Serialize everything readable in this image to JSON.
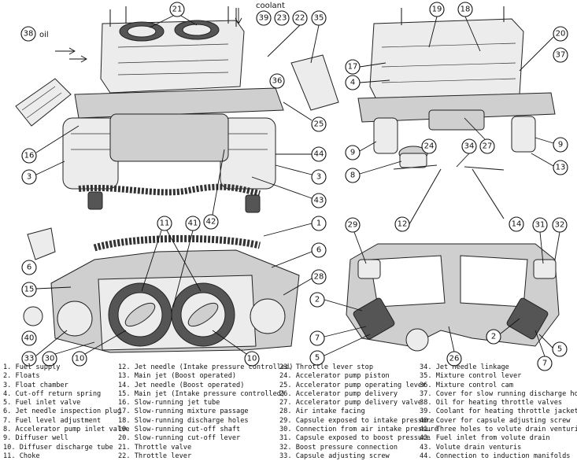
{
  "callouts": {
    "c21a": "21",
    "coolant": "coolant",
    "c39": "39",
    "c23": "23",
    "c22": "22",
    "c35": "35",
    "c38": "38",
    "oil": "oil",
    "c36": "36",
    "c25": "25",
    "c16": "16",
    "c44": "44",
    "c3a": "3",
    "c3b": "3",
    "c43": "43",
    "c42": "42",
    "c19": "19",
    "c18": "18",
    "c20": "20",
    "c37": "37",
    "c17": "17",
    "c4": "4",
    "c9a": "9",
    "c24": "24",
    "c34": "34",
    "c27": "27",
    "c9b": "9",
    "c8": "8",
    "c13": "13",
    "c12": "12",
    "c14": "14",
    "c11": "11",
    "c41": "41",
    "c1": "1",
    "c6a": "6",
    "c6b": "6",
    "c15": "15",
    "c28": "28",
    "c40": "40",
    "c33": "33",
    "c30": "30",
    "c10a": "10",
    "c10b": "10",
    "c29": "29",
    "c31": "31",
    "c32": "32",
    "c2a": "2",
    "c2b": "2",
    "c7a": "7",
    "c7b": "7",
    "c5a": "5",
    "c5b": "5",
    "c26": "26"
  },
  "legend": {
    "col1": [
      "1. Fuel supply",
      "2. Floats",
      "3. Float chamber",
      "4. Cut-off return spring",
      "5. Fuel inlet valve",
      "6. Jet needle inspection plug",
      "7. Fuel level adjustment",
      "8. Accelerator pump inlet valve",
      "9. Diffuser well",
      "10. Diffuser discharge tube",
      "11. Choke"
    ],
    "col2": [
      "12. Jet needle (Intake pressure controlled)",
      "13. Main jet (Boost operated)",
      "14. Jet needle (Boost operated)",
      "15. Main jet (Intake pressure controlled)",
      "16. Slow-running jet tube",
      "17. Slow-running mixture passage",
      "18. Slow-running discharge holes",
      "19. Slow-running cut-off shaft",
      "20. Slow-running cut-off lever",
      "21. Throttle valve",
      "22. Throttle lever"
    ],
    "col3": [
      "23. Throttle lever stop",
      "24. Accelerator pump piston",
      "25. Accelerator pump operating lever",
      "26. Accelerator pump delivery",
      "27. Accelerator pump delivery valve",
      "28. Air intake facing",
      "29. Capsule exposed to intake pressure",
      "30. Connection from air intake pressure",
      "31. Capsule exposed to boost pressure",
      "32. Boost pressure connection",
      "33. Capsule adjusting screw"
    ],
    "col4": [
      "34. Jet needle linkage",
      "35. Mixture control lever",
      "36. Mixture control cam",
      "37. Cover for slow running discharge holes",
      "38. Oil for heating throttle valves",
      "39. Coolant for heating throttle jacket",
      "40. Cover for capsule adjusting screw",
      "41. Three holes to volute drain venturis",
      "42. Fuel inlet from volute drain",
      "43. Volute drain venturis",
      "44. Connection to induction manifolds"
    ]
  }
}
